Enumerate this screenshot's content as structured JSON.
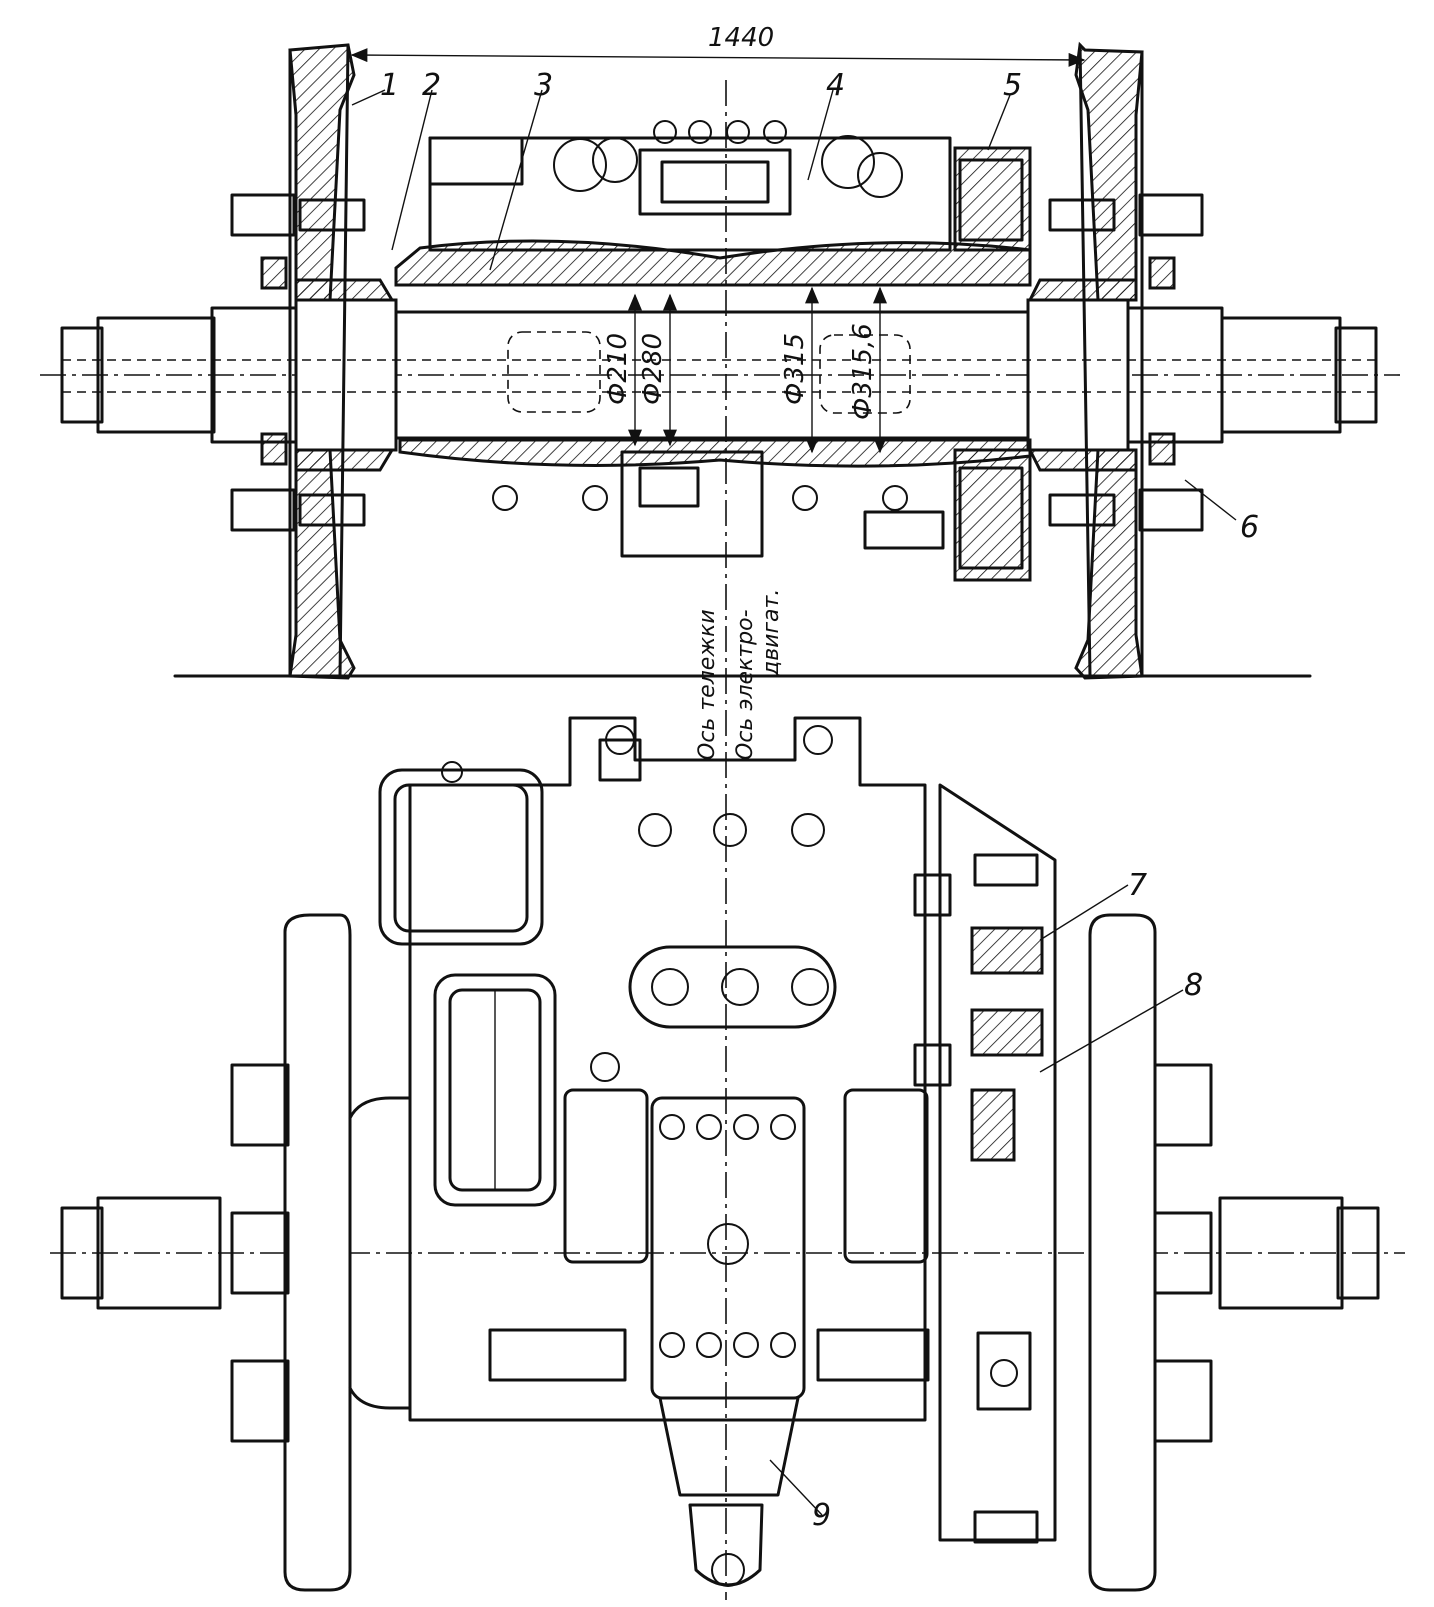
{
  "dimensions": {
    "wheel_gauge": "1440",
    "d1": "Ф210",
    "d2": "Ф280",
    "d3": "Ф315",
    "d4": "Ф315,6"
  },
  "axis_labels": {
    "bogie_axis": "Ось тележки",
    "motor_axis_line1": "Ось электро-",
    "motor_axis_line2": "двигат."
  },
  "callouts": [
    "1",
    "2",
    "3",
    "4",
    "5",
    "6",
    "7",
    "8",
    "9"
  ]
}
